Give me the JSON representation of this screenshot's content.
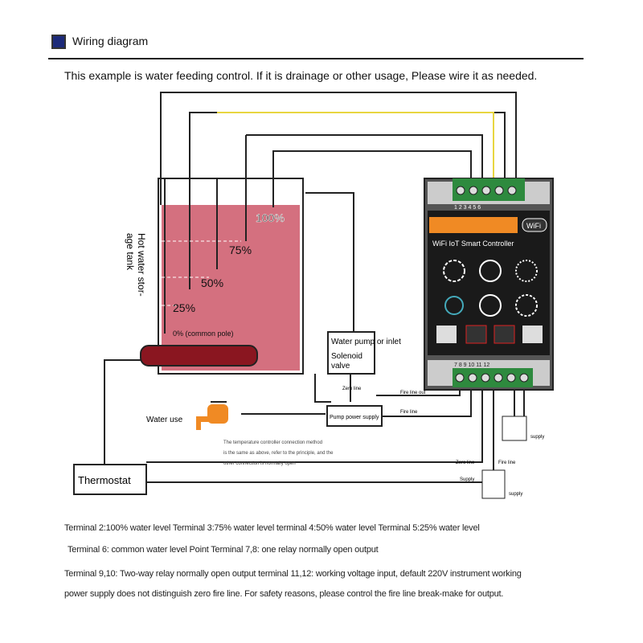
{
  "header": {
    "title": "Wiring diagram"
  },
  "subtitle": "This example is water feeding control. If it is drainage or other usage, Please wire it as needed.",
  "tank": {
    "label_line1": "Hot water stor-",
    "label_line2": "age tank",
    "levels": [
      "100%",
      "75%",
      "50%",
      "25%"
    ],
    "common": "0% (common pole)",
    "fill_color": "#d4707f"
  },
  "pump": {
    "line1": "Water pump or inlet",
    "line2": "Solenoid",
    "line3": "valve"
  },
  "power_supply": "Pump power supply",
  "wire_labels": {
    "zero": "Zero line",
    "fire_out": "Fire line out",
    "fire_in": "Fire line"
  },
  "water_use": "Water use",
  "note": [
    "The temperature controller connection method",
    "is the same as above, refer to the principle, and the",
    "other connection is normally open"
  ],
  "thermostat": "Thermostat",
  "controller": {
    "brand_badge": "WiFi",
    "title": "WiFi IoT Smart Controller",
    "top_terminals": "1 2 3 4 5 6",
    "bottom_terminals": "7 8 9 10 11 12",
    "accent": "#f08a24",
    "icons": [
      "wifi-icon",
      "globe-icon",
      "water-wave-icon",
      "drop-icon",
      "heat-icon",
      "snowflake-icon"
    ]
  },
  "relay_labels": {
    "supply": "supply",
    "fire": "Fire line",
    "zero": "Zero line",
    "a": "Supply",
    "b": "supply"
  },
  "footer": [
    "Terminal 2:100% water level Terminal 3:75% water level terminal 4:50% water level Terminal 5:25% water level",
    "Terminal 6: common water level Point Terminal 7,8: one relay normally open output",
    "Terminal 9,10: Two-way relay normally open output terminal 11,12: working voltage input, default 220V instrument working",
    "power supply does not distinguish zero fire line. For safety reasons, please control the fire line break-make for output."
  ]
}
